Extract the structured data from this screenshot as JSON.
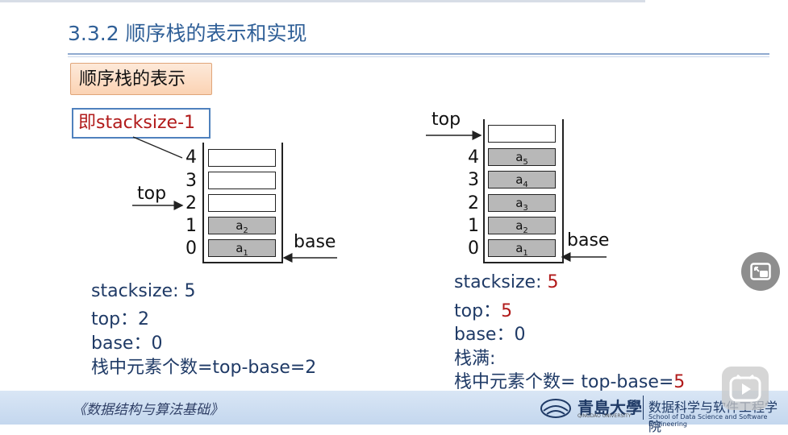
{
  "slide": {
    "title": "3.3.2 顺序栈的表示和实现",
    "section_tag": "顺序栈的表示"
  },
  "left": {
    "callout": "即stacksize-1",
    "indices": [
      "4",
      "3",
      "2",
      "1",
      "0"
    ],
    "cells": [
      {
        "text": "",
        "sub": "",
        "filled": false
      },
      {
        "text": "",
        "sub": "",
        "filled": false
      },
      {
        "text": "",
        "sub": "",
        "filled": false
      },
      {
        "text": "a",
        "sub": "2",
        "filled": true
      },
      {
        "text": "a",
        "sub": "1",
        "filled": true
      }
    ],
    "top_label": "top",
    "base_label": "base",
    "info": {
      "stacksize": "stacksize: 5",
      "top": "top：2",
      "base": "base：0",
      "count": "栈中元素个数=top-base=2"
    }
  },
  "right": {
    "indices": [
      "4",
      "3",
      "2",
      "1",
      "0"
    ],
    "cells": [
      {
        "text": "",
        "sub": "",
        "filled": false
      },
      {
        "text": "a",
        "sub": "5",
        "filled": true
      },
      {
        "text": "a",
        "sub": "4",
        "filled": true
      },
      {
        "text": "a",
        "sub": "3",
        "filled": true
      },
      {
        "text": "a",
        "sub": "2",
        "filled": true
      },
      {
        "text": "a",
        "sub": "1",
        "filled": true
      }
    ],
    "top_label": "top",
    "base_label": "base",
    "info": {
      "stacksize_label": "stacksize: ",
      "stacksize_value": "5",
      "top_label": "top：",
      "top_value": "5",
      "base": "base：0",
      "full": "栈满:",
      "count_label": "栈中元素个数= top-base=",
      "count_value": "5"
    }
  },
  "footer": {
    "course": "《数据结构与算法基础》",
    "university": "青島大學",
    "university_en": "QINGDAO UNIVERSITY",
    "school": "数据科学与软件工程学院",
    "school_en": "School of Data Science and Software Engineering"
  },
  "colors": {
    "title": "#2f5f97",
    "text": "#1f3a66",
    "highlight": "#b11a1a",
    "filled_cell": "#b8b8b8"
  },
  "icons": {
    "pip": "picture-in-picture-icon",
    "play": "play-icon"
  }
}
